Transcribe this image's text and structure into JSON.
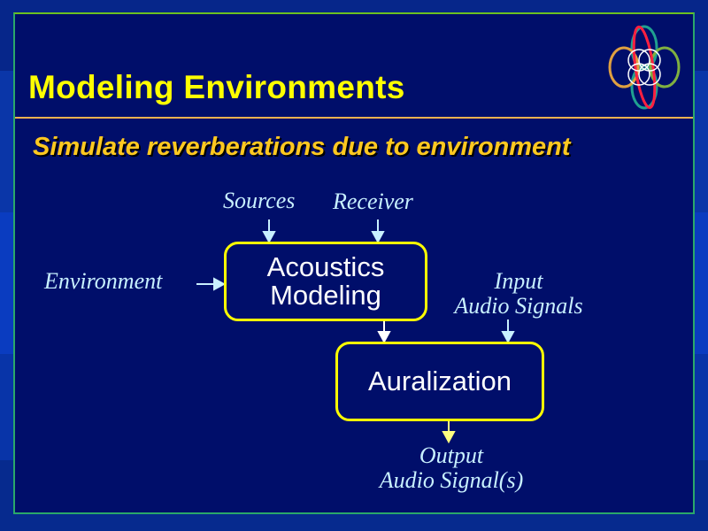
{
  "slide": {
    "title": "Modeling Environments",
    "subtitle": "Simulate reverberations due to environment"
  },
  "diagram": {
    "inputs": {
      "sources": "Sources",
      "receiver": "Receiver",
      "environment": "Environment",
      "input_line1": "Input",
      "input_line2": "Audio Signals"
    },
    "boxes": {
      "acoustics_line1": "Acoustics",
      "acoustics_line2": "Modeling",
      "auralization": "Auralization"
    },
    "outputs": {
      "output_line1": "Output",
      "output_line2": "Audio Signal(s)"
    }
  },
  "colors": {
    "title": "#ffff00",
    "subtitle": "#ffc820",
    "box_border": "#ffff00",
    "label": "#c8f0ff",
    "panel": "#000e6a"
  }
}
